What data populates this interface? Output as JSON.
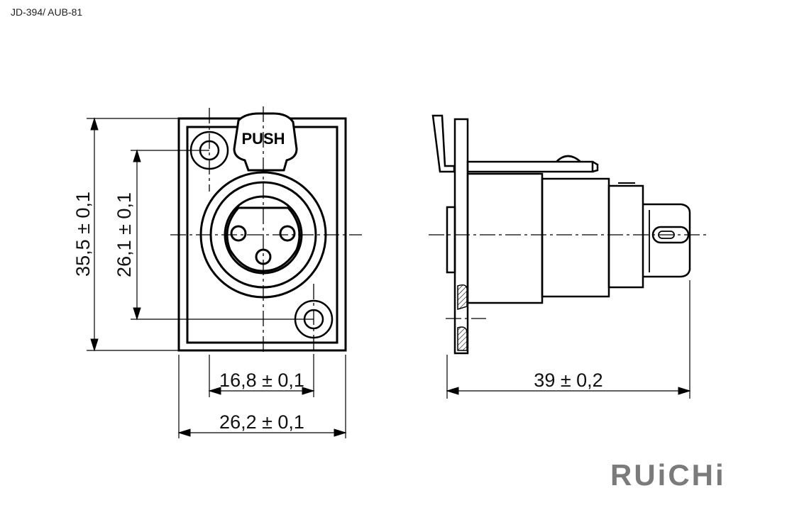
{
  "header": {
    "part_number": "JD-394/ AUB-81"
  },
  "front_view": {
    "push_label": "PUSH",
    "dim_height_outer": "35,5 ± 0,1",
    "dim_height_holes": "26,1 ± 0,1",
    "dim_width_holes": "16,8 ± 0,1",
    "dim_width_outer": "26,2 ± 0,1"
  },
  "side_view": {
    "dim_length": "39 ± 0,2"
  },
  "brand": {
    "logo_text": "RUiCHi",
    "color": "#7b7b7b"
  }
}
